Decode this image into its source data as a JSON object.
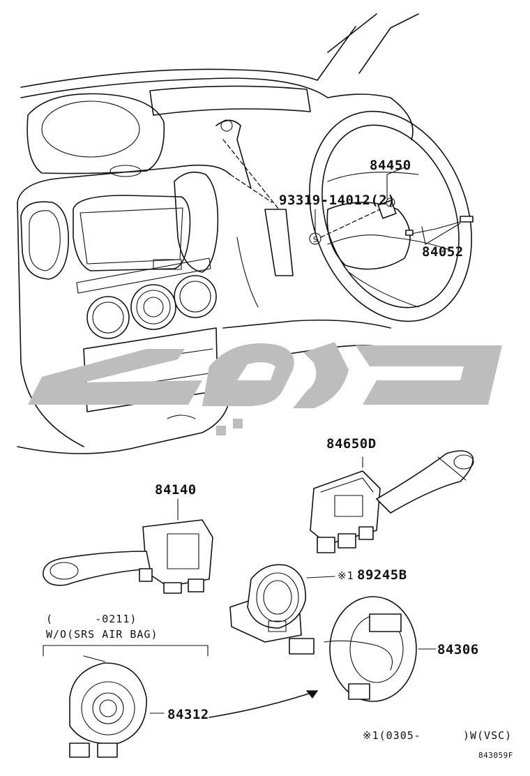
{
  "labels": {
    "p84450": "84450",
    "p93319": "93319-14012(2)",
    "p84052": "84052",
    "p84650d": "84650D",
    "p84140": "84140",
    "p89245b": "89245B",
    "mark1_marker": "※1",
    "p84306": "84306",
    "p84312": "84312"
  },
  "notes": {
    "date_range": "(      -0211)",
    "wo_srs": "W/O(SRS AIR BAG)",
    "footnote": "※1(0305-      )W(VSC)",
    "drawing_id": "843059F"
  },
  "colors": {
    "line": "#111111",
    "watermark": "#bdbdbd",
    "background": "#ffffff"
  }
}
